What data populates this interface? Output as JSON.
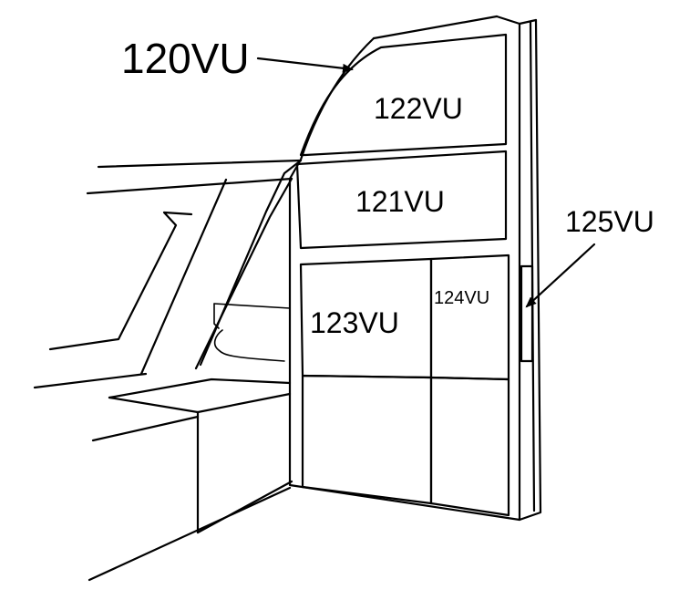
{
  "labels": {
    "rack": "120VU",
    "upper_panel": "122VU",
    "middle_panel": "121VU",
    "lower_left_panel": "123VU",
    "lower_right_panel": "124VU",
    "side_panel": "125VU"
  }
}
